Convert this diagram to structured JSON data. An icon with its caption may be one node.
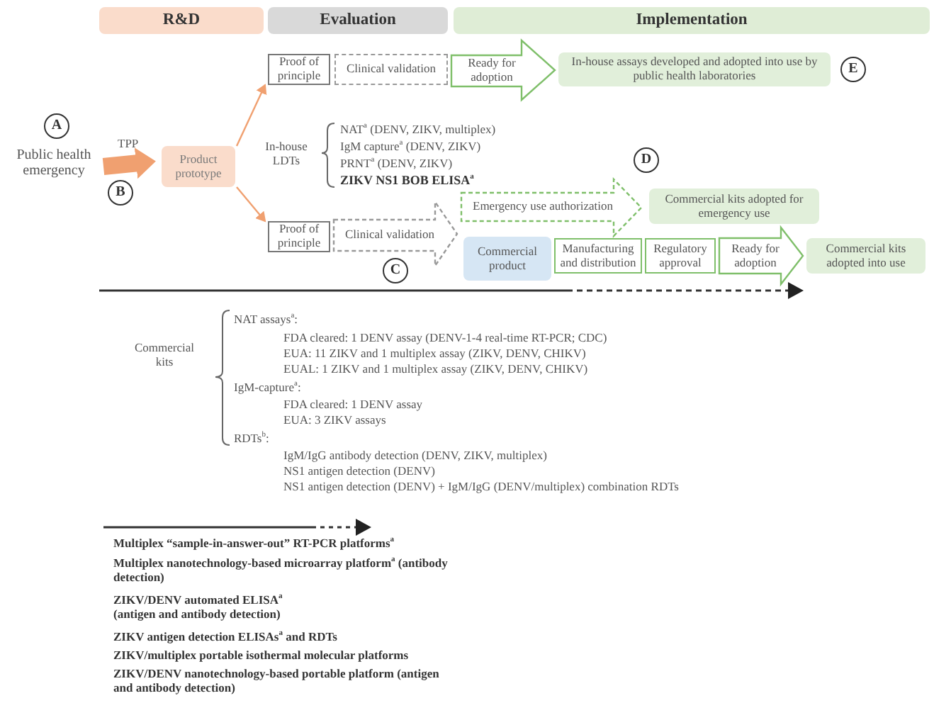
{
  "diagram": {
    "nodes": [
      {
        "text": [
          "R&D"
        ]
      },
      {
        "text": [
          "Evaluation"
        ]
      },
      {
        "text": [
          "Implementation"
        ]
      },
      {
        "text": [
          "A"
        ]
      },
      {
        "text": [
          "Public health emergency"
        ]
      },
      {
        "text": [
          "B"
        ]
      },
      {
        "text": [
          "Product prototype"
        ]
      },
      {
        "text": [
          "Proof of principle"
        ]
      },
      {
        "text": [
          "Clinical validation"
        ]
      },
      {
        "text": [
          "Ready for adoption"
        ]
      },
      {
        "text": [
          "In-house assays developed and adopted into use by public health laboratories"
        ]
      },
      {
        "text": [
          "E"
        ]
      },
      {
        "text": [
          "In-house LDTs"
        ]
      },
      {
        "text": [
          "D"
        ]
      },
      {
        "text": [
          "Emergency use authorization"
        ]
      },
      {
        "text": [
          "Commercial kits adopted for emergency use"
        ]
      },
      {
        "text": [
          "Proof of principle"
        ]
      },
      {
        "text": [
          "Clinical validation"
        ]
      },
      {
        "text": [
          "C"
        ]
      },
      {
        "text": [
          "Commercial product"
        ]
      },
      {
        "text": [
          "Manufacturing and distribution"
        ]
      },
      {
        "text": [
          "Regulatory approval"
        ]
      },
      {
        "text": [
          "Ready for adoption"
        ]
      },
      {
        "text": [
          "Commercial kits adopted into use"
        ]
      },
      {
        "text": [
          "Commercial kits"
        ]
      }
    ],
    "edges": [
      {
        "from": 4,
        "to": 6,
        "arrow": "to",
        "label": "TPP",
        "style": "thick"
      },
      {
        "from": 6,
        "to": 7,
        "arrow": "to"
      },
      {
        "from": 6,
        "to": 16,
        "arrow": "to"
      }
    ],
    "labels": [
      "NAT$^{a}$ (DENV, ZIKV, multiplex)",
      "IgM capture$^{a}$ (DENV, ZIKV)",
      "PRNT$^{a}$ (DENV, ZIKV)",
      "ZIKV NS1 BOB ELISA$^{a}$",
      "NAT assays$^{a}$:",
      "FDA cleared: 1 DENV assay (DENV-1-4 real-time RT-PCR; CDC)",
      "EUA: 11 ZIKV and 1 multiplex assay (ZIKV, DENV, CHIKV)",
      "EUAL: 1 ZIKV and 1 multiplex assay (ZIKV, DENV, CHIKV)",
      "IgM-capture$^{a}$:",
      "FDA cleared: 1 DENV assay",
      "EUA: 3 ZIKV assays",
      "RDTs$^{b}$:",
      "IgM/IgG antibody detection (DENV, ZIKV, multiplex)",
      "NS1 antigen detection (DENV)",
      "NS1 antigen detection (DENV) + IgM/IgG (DENV/multiplex) combination RDTs",
      "Multiplex “sample-in-answer-out” RT-PCR platforms$^{a}$",
      "Multiplex nanotechnology-based microarray platform$^{a}$ (antibody detection)",
      "ZIKV/DENV automated ELISA$^{a}$ (antigen and antibody detection)",
      "ZIKV antigen detection ELISAs$^{a}$ and RDTs",
      "ZIKV/multiplex portable isothermal molecular platforms",
      "ZIKV/DENV nanotechnology-based portable platform (antigen and antibody detection)"
    ]
  }
}
